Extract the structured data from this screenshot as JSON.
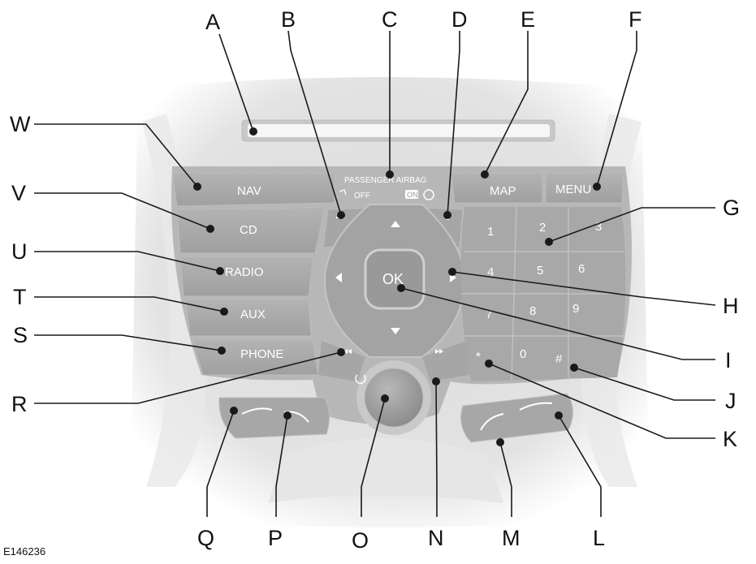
{
  "figure_code": "E146236",
  "callouts": {
    "A": "A",
    "B": "B",
    "C": "C",
    "D": "D",
    "E": "E",
    "F": "F",
    "G": "G",
    "H": "H",
    "I": "I",
    "J": "J",
    "K": "K",
    "L": "L",
    "M": "M",
    "N": "N",
    "O": "O",
    "P": "P",
    "Q": "Q",
    "R": "R",
    "S": "S",
    "T": "T",
    "U": "U",
    "V": "V",
    "W": "W"
  },
  "buttons": {
    "nav": "NAV",
    "cd": "CD",
    "radio": "RADIO",
    "aux": "AUX",
    "phone": "PHONE",
    "map": "MAP",
    "menu": "MENU",
    "ok": "OK"
  },
  "airbag": {
    "title": "PASSENGER AIRBAG",
    "off": "OFF",
    "on": "ON"
  },
  "keypad": {
    "k1": "1",
    "k2": "2",
    "k3": "3",
    "k4": "4",
    "k5": "5",
    "k6": "6",
    "k7": "7",
    "k8": "8",
    "k9": "9",
    "k0": "0",
    "star": "*",
    "hash": "#"
  },
  "colors": {
    "panel_bg": "#d9d9d9",
    "button": "#a9a9a9",
    "button_dark": "#9a9a9a",
    "text_on_button": "#ffffff",
    "leader": "#1a1a1a"
  }
}
